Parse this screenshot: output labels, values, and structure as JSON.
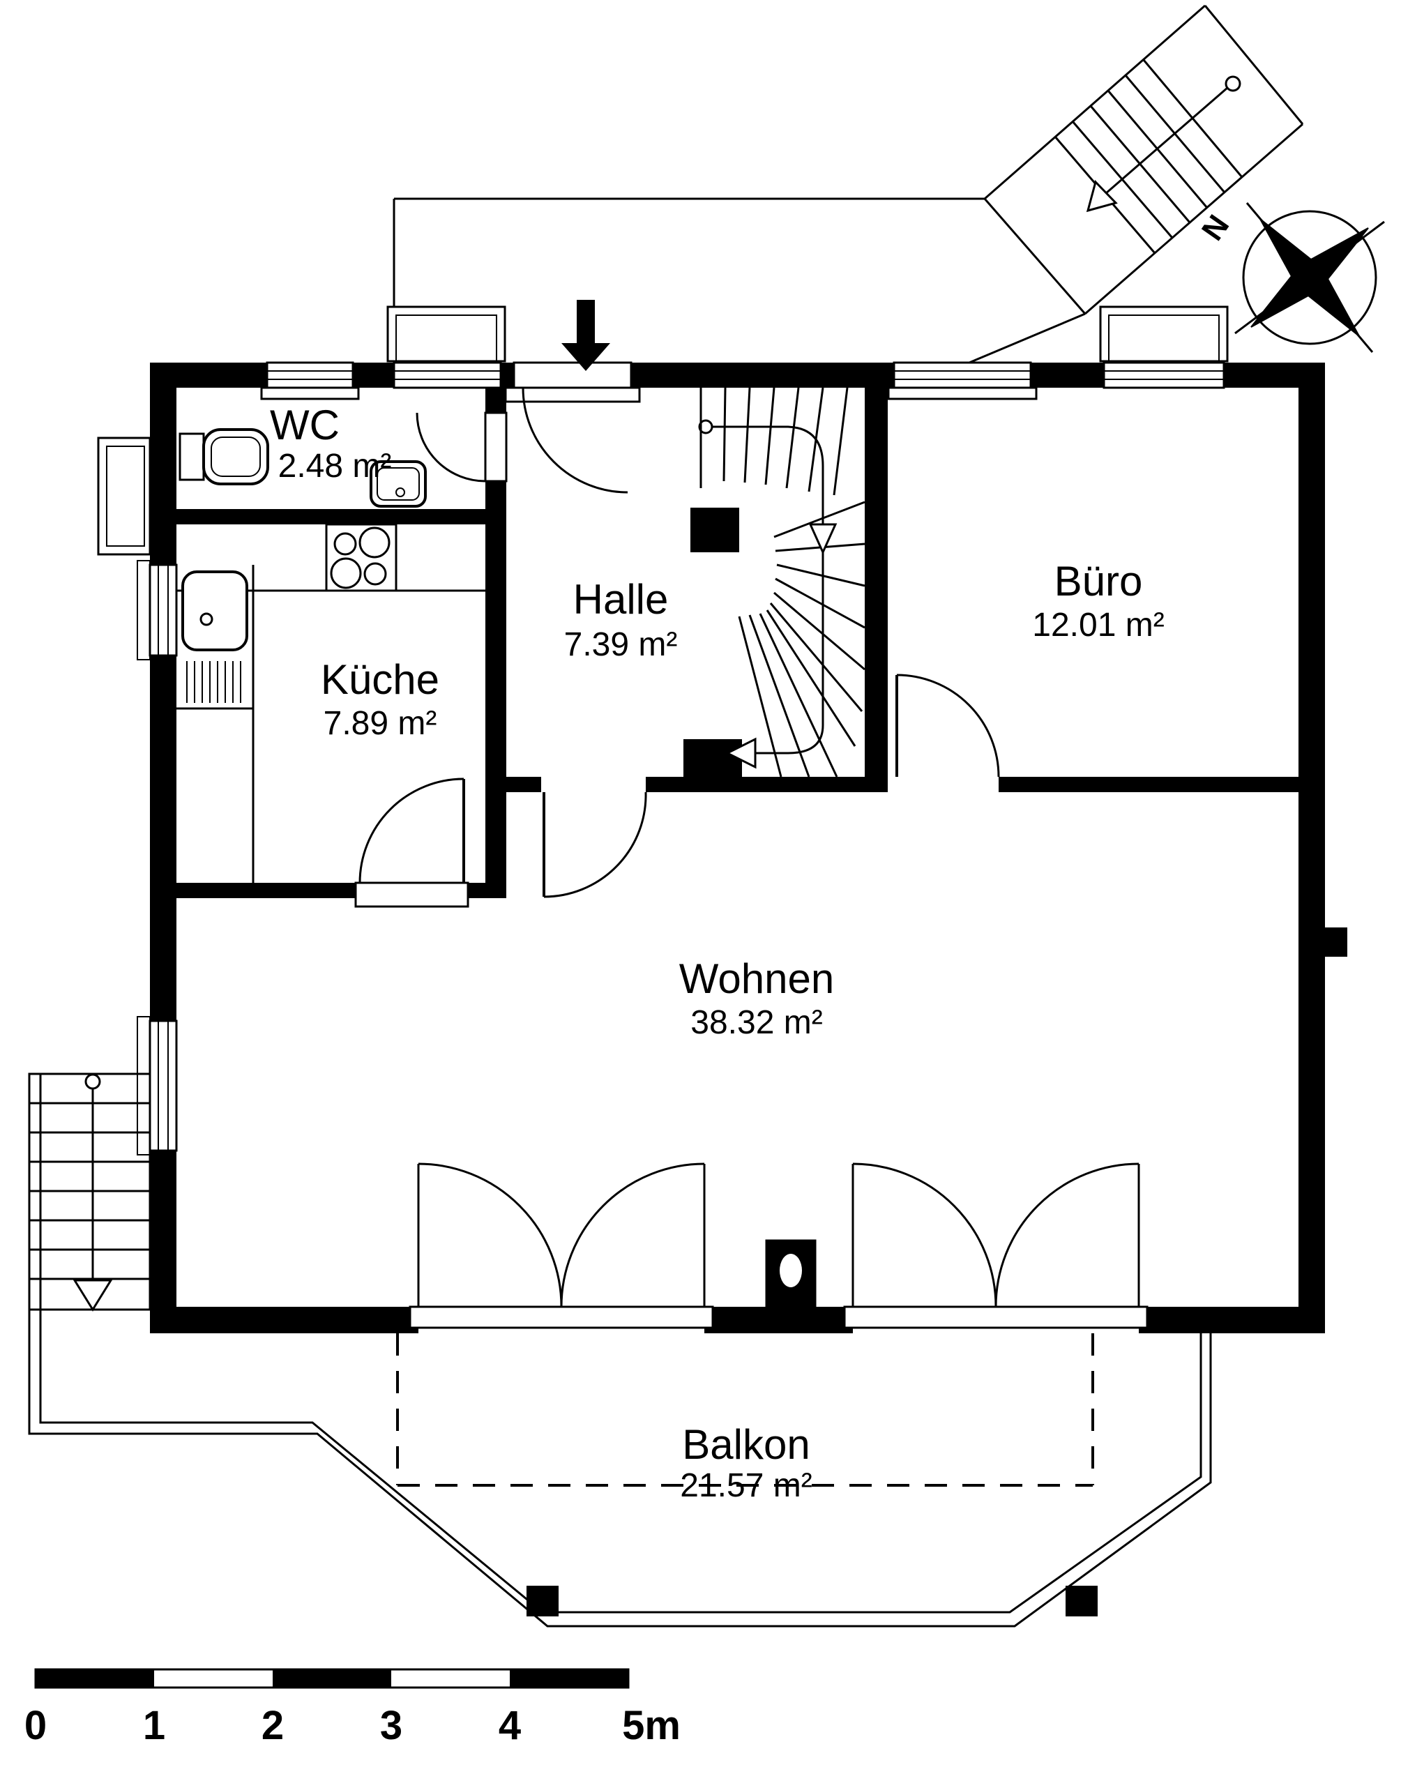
{
  "plan": {
    "type": "floor-plan",
    "language": "de",
    "rooms": [
      {
        "name": "WC",
        "area": "2.48 m²"
      },
      {
        "name": "Halle",
        "area": "7.39 m²"
      },
      {
        "name": "Büro",
        "area": "12.01 m²"
      },
      {
        "name": "Küche",
        "area": "7.89 m²"
      },
      {
        "name": "Wohnen",
        "area": "38.32 m²"
      },
      {
        "name": "Balkon",
        "area": "21.57 m²"
      }
    ],
    "compass": {
      "north_label": "N"
    },
    "scale_bar": {
      "labels": [
        "0",
        "1",
        "2",
        "3",
        "4",
        "5m"
      ],
      "unit": "m",
      "max_meters": 5
    },
    "colors": {
      "wall": "#000000",
      "background": "#ffffff",
      "line": "#000000"
    }
  }
}
